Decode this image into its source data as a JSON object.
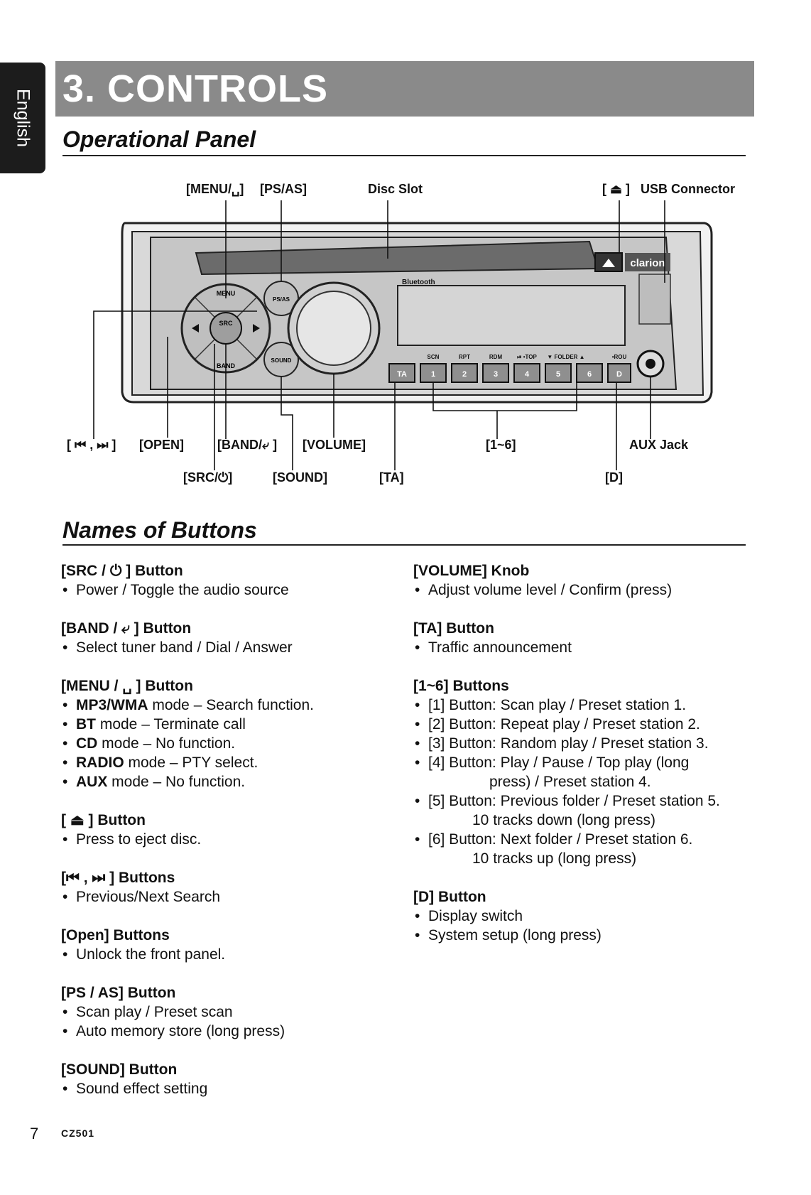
{
  "side_tab": {
    "language": "English"
  },
  "header": {
    "title": "3. CONTROLS"
  },
  "panel_section": {
    "heading": "Operational Panel"
  },
  "callouts": {
    "menu": "[MENU/␣]",
    "ps_as": "[PS/AS]",
    "disc_slot": "Disc Slot",
    "eject": "[ ⏏ ]",
    "usb": "USB Connector",
    "skip": "[ ⏮ , ⏭ ]",
    "open": "[OPEN]",
    "band": "[BAND/⤶ ]",
    "volume": "[VOLUME]",
    "one_six": "[1~6]",
    "aux": "AUX Jack",
    "src": "[SRC/⏻]",
    "sound": "[SOUND]",
    "ta": "[TA]",
    "d": "[D]"
  },
  "panel_labels": {
    "menu": "MENU",
    "ps": "PS/AS",
    "src": "SRC",
    "band": "BAND",
    "sound": "SOUND",
    "brand": "clarion",
    "bt": "Bluetooth",
    "keys": [
      "TA",
      "1",
      "2",
      "3",
      "4",
      "5",
      "6",
      "D"
    ],
    "key_tops": [
      "SCN",
      "RPT",
      "RDM",
      "⏯ •TOP",
      "▼ FOLDER ▲",
      "•ROU"
    ]
  },
  "names_section": {
    "heading": "Names of Buttons"
  },
  "left_entries": [
    {
      "title": "[SRC / ⏻ ] Button",
      "items": [
        "Power / Toggle the audio source"
      ]
    },
    {
      "title": "[BAND / ⤶ ] Button",
      "items": [
        "Select tuner band / Dial / Answer"
      ]
    },
    {
      "title": "[MENU / ␣ ] Button",
      "items": [
        {
          "bold": "MP3/WMA",
          "rest": " mode – Search function."
        },
        {
          "bold": "BT",
          "rest": " mode – Terminate call"
        },
        {
          "bold": "CD",
          "rest": " mode – No function."
        },
        {
          "bold": "RADIO",
          "rest": " mode – PTY select."
        },
        {
          "bold": "AUX",
          "rest": " mode – No function."
        }
      ]
    },
    {
      "title": "[ ⏏ ] Button",
      "items": [
        "Press to eject disc."
      ]
    },
    {
      "title": "[⏮ , ⏭ ] Buttons",
      "items": [
        "Previous/Next Search"
      ]
    },
    {
      "title": "[Open] Buttons",
      "items": [
        "Unlock the front panel."
      ]
    },
    {
      "title": "[PS / AS] Button",
      "items": [
        "Scan play / Preset scan",
        "Auto memory store (long press)"
      ]
    },
    {
      "title": "[SOUND] Button",
      "items": [
        "Sound effect setting"
      ]
    }
  ],
  "right_entries": [
    {
      "title": "[VOLUME] Knob",
      "items": [
        "Adjust volume level / Confirm (press)"
      ]
    },
    {
      "title": "[TA] Button",
      "items": [
        "Traffic announcement"
      ]
    },
    {
      "title": "[1~6] Buttons",
      "lines": [
        "[1] Button: Scan play / Preset station 1.",
        "[2] Button: Repeat play / Preset station 2.",
        "[3] Button: Random play / Preset station 3.",
        "[4] Button: Play / Pause / Top play (long",
        "press) / Preset station 4.",
        "[5] Button: Previous folder / Preset station 5.",
        "10 tracks down (long press)",
        "[6] Button: Next folder / Preset station 6.",
        "10 tracks up (long press)"
      ]
    },
    {
      "title": "[D] Button",
      "items": [
        "Display switch",
        "System setup (long press)"
      ]
    }
  ],
  "footer": {
    "page": "7",
    "model": "CZ501"
  }
}
